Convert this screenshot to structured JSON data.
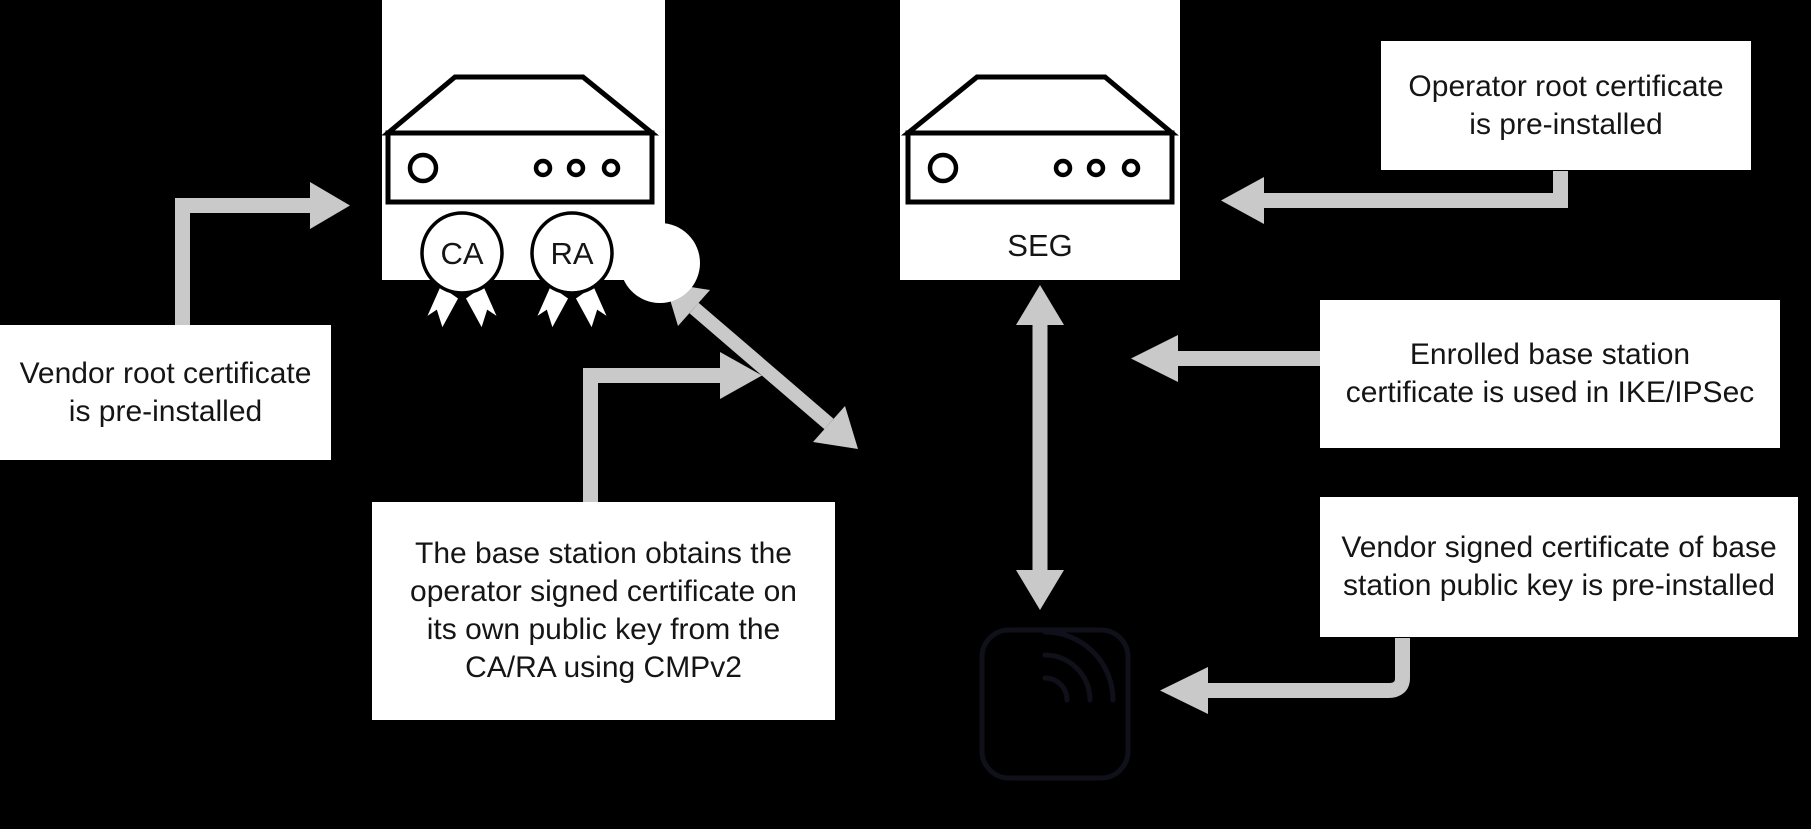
{
  "colors": {
    "bg": "#000000",
    "box_bg": "#ffffff",
    "text": "#151515",
    "arrow": "#c9c9c9",
    "line": "#000000",
    "bs_stroke": "#10101a"
  },
  "nodes": {
    "ca_ra_server": {
      "badges": [
        {
          "label": "CA"
        },
        {
          "label": "RA"
        }
      ]
    },
    "seg_server": {
      "label": "SEG"
    },
    "base_station": {
      "description": "base station radio icon"
    }
  },
  "notes": {
    "vendor_root": {
      "lines": [
        "Vendor root certificate",
        "is pre-installed"
      ]
    },
    "operator_root": {
      "lines": [
        "Operator root certificate",
        "is pre-installed"
      ]
    },
    "cmpv2": {
      "lines": [
        "The base station obtains the",
        "operator signed certificate on",
        "its own public key from the",
        "CA/RA using CMPv2"
      ]
    },
    "enrolled": {
      "lines": [
        "Enrolled base station",
        "certificate is used in IKE/IPSec"
      ]
    },
    "vendor_signed": {
      "lines": [
        "Vendor signed certificate of base",
        "station public key is pre-installed"
      ]
    }
  },
  "arrows": [
    {
      "name": "vendor-root-to-ca-ra",
      "type": "elbow",
      "from": "vendor_root note",
      "to": "ca_ra_server",
      "heads": "end"
    },
    {
      "name": "cmpv2-to-link",
      "type": "elbow",
      "from": "cmpv2 note",
      "to": "ca_ra/base-station link",
      "heads": "end"
    },
    {
      "name": "ca-ra-base-station-link",
      "type": "diagonal",
      "from": "ca_ra_server",
      "to": "base_station",
      "heads": "both"
    },
    {
      "name": "seg-base-station-link",
      "type": "vertical",
      "from": "seg_server",
      "to": "base_station",
      "heads": "both"
    },
    {
      "name": "operator-root-to-seg",
      "type": "elbow",
      "from": "operator_root note",
      "to": "seg_server",
      "heads": "end"
    },
    {
      "name": "enrolled-to-link",
      "type": "straight",
      "from": "enrolled note",
      "to": "seg/base-station link",
      "heads": "end"
    },
    {
      "name": "vendor-signed-to-base-station",
      "type": "elbow",
      "from": "vendor_signed note",
      "to": "base_station",
      "heads": "end"
    }
  ]
}
